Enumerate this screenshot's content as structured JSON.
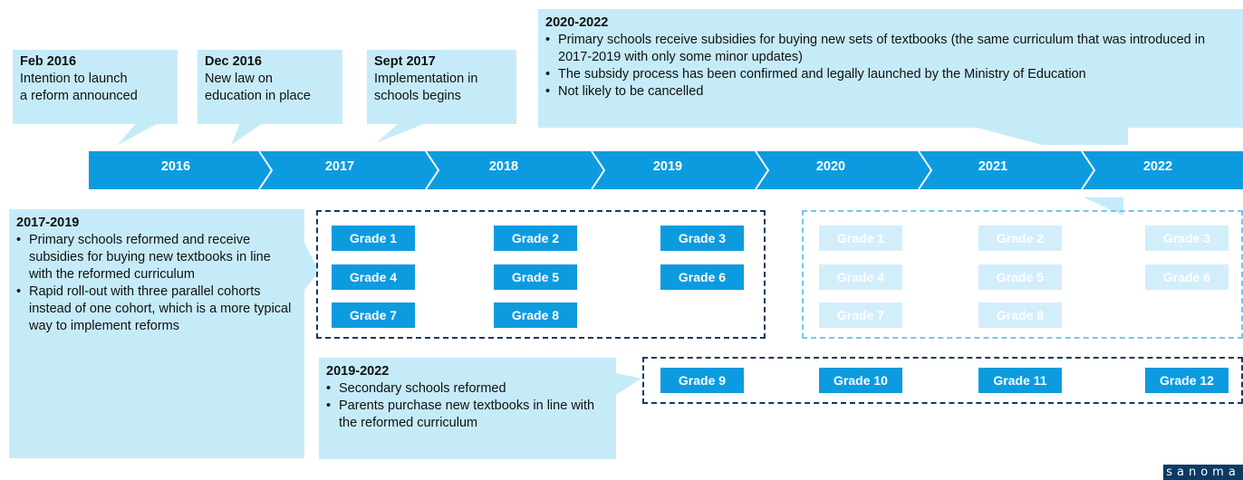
{
  "callouts": {
    "feb2016": {
      "heading": "Feb 2016",
      "lines": [
        "Intention to launch",
        "a reform announced"
      ]
    },
    "dec2016": {
      "heading": "Dec 2016",
      "lines": [
        "New law on",
        "education in place"
      ]
    },
    "sept2017": {
      "heading": "Sept 2017",
      "lines": [
        "Implementation in",
        "schools begins"
      ]
    },
    "p2020_2022": {
      "heading": "2020-2022",
      "bullets": [
        "Primary schools receive subsidies for buying new sets of textbooks (the same curriculum that was introduced in 2017-2019 with only some minor updates)",
        "The subsidy process has been confirmed and legally launched by the Ministry of Education",
        "Not likely to be cancelled"
      ]
    },
    "p2017_2019": {
      "heading": "2017-2019",
      "bullets": [
        "Primary schools reformed and receive subsidies for buying new textbooks in line with the reformed curriculum",
        "Rapid roll-out with three parallel cohorts instead of one cohort, which is a more typical way to implement reforms"
      ]
    },
    "p2019_2022": {
      "heading": "2019-2022",
      "bullets": [
        "Secondary schools reformed",
        "Parents purchase new textbooks in line with the reformed curriculum"
      ]
    }
  },
  "timeline": {
    "years": [
      "2016",
      "2017",
      "2018",
      "2019",
      "2020",
      "2021",
      "2022"
    ]
  },
  "grades": {
    "first": [
      "Grade 1",
      "Grade 2",
      "Grade 3",
      "Grade 4",
      "Grade 5",
      "Grade 6",
      "Grade 7",
      "Grade 8"
    ],
    "second": [
      "Grade 1",
      "Grade 2",
      "Grade 3",
      "Grade 4",
      "Grade 5",
      "Grade 6",
      "Grade 7",
      "Grade 8"
    ],
    "secondary": [
      "Grade 9",
      "Grade 10",
      "Grade 11",
      "Grade 12"
    ]
  },
  "colors": {
    "arrow": "#0d9be0",
    "callout": "#c6ebf8",
    "dashed_dark": "#1a3a5a",
    "dashed_light": "#6fc9ef"
  },
  "logo": "sanoma"
}
